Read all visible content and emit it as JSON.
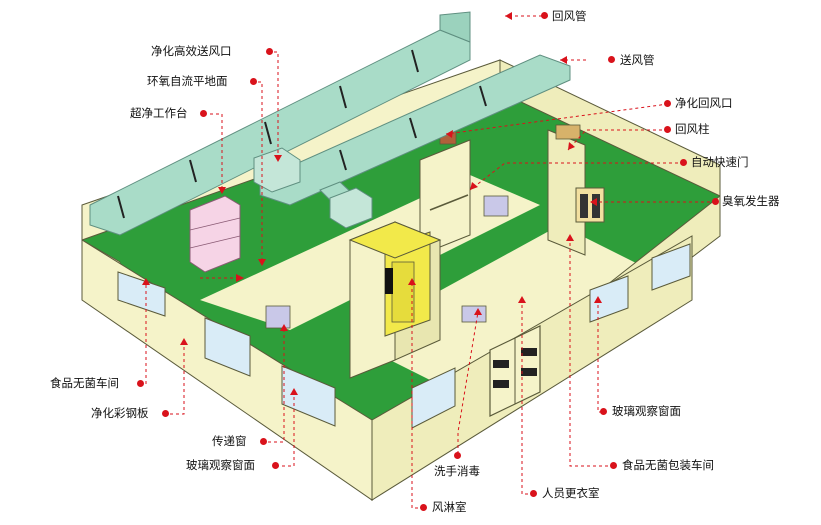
{
  "colors": {
    "wall": "#f5f3c9",
    "wall_edge": "#5a5a3a",
    "floor": "#2e9e3a",
    "duct": "#a9dcc8",
    "duct_edge": "#5f8f80",
    "yellow": "#f2e94a",
    "leader": "#d9121b",
    "window": "#d9ecf7",
    "pink": "#f6d4e6"
  },
  "labels": {
    "return_air_duct": "回风管",
    "supply_air_duct": "送风管",
    "hepa_supply_outlet": "净化高效送风口",
    "epoxy_floor": "环氧自流平地面",
    "clean_bench": "超净工作台",
    "clean_return_outlet": "净化回风口",
    "return_air_column": "回风柱",
    "rapid_door": "自动快速门",
    "ozone_generator": "臭氧发生器",
    "food_sterile_workshop": "食品无菌车间",
    "clean_color_steel_plate": "净化彩钢板",
    "pass_box": "传递窗",
    "glass_window_left": "玻璃观察窗面",
    "hand_wash": "洗手消毒",
    "glass_window_right": "玻璃观察窗面",
    "sterile_packing_workshop": "食品无菌包装车间",
    "air_shower": "风淋室",
    "changing_room": "人员更衣室"
  }
}
